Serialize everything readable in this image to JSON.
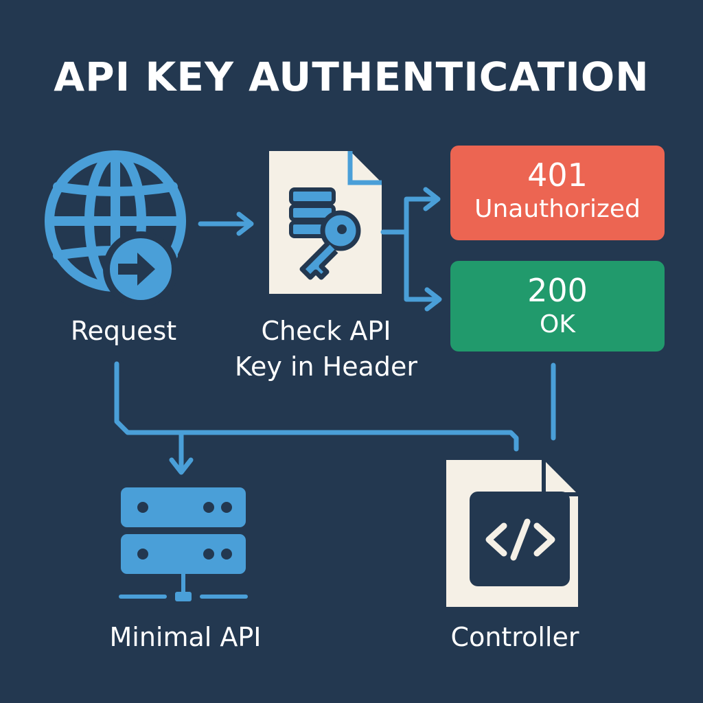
{
  "title": "API KEY AUTHENTICATION",
  "nodes": {
    "request": {
      "label": "Request",
      "icon": "globe-arrow-icon"
    },
    "check": {
      "label_line1": "Check API",
      "label_line2": "Key in Header",
      "icon": "document-key-icon"
    },
    "unauthorized": {
      "code": "401",
      "text": "Unauthorized",
      "color": "#ec6552"
    },
    "ok": {
      "code": "200",
      "text": "OK",
      "color": "#219a6c"
    },
    "minimal_api": {
      "label": "Minimal API",
      "icon": "server-icon"
    },
    "controller": {
      "label": "Controller",
      "icon": "code-document-icon"
    }
  },
  "colors": {
    "background": "#233850",
    "accent": "#4a9fd8",
    "paper": "#f5f0e6",
    "ink": "#233850",
    "text": "#ffffff"
  }
}
